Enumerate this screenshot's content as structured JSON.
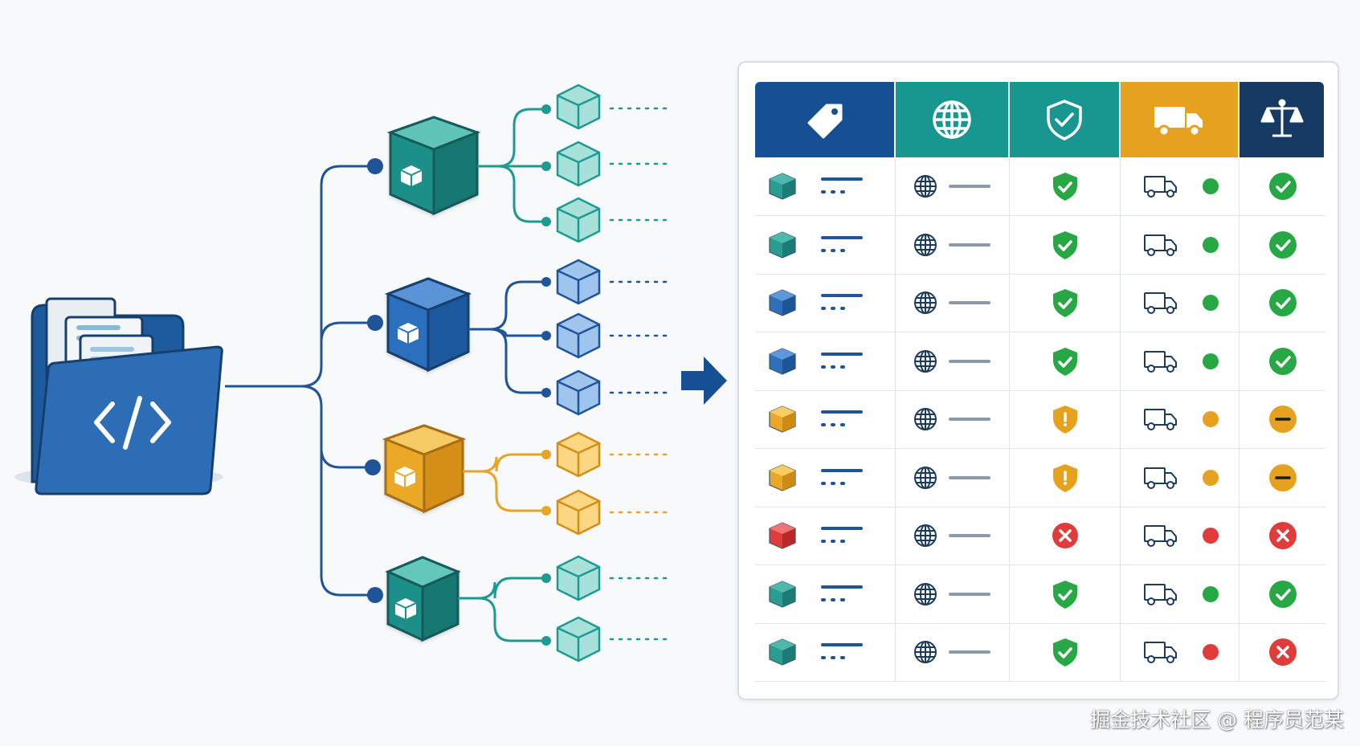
{
  "colors": {
    "navy": "#174f94",
    "teal": "#17978f",
    "amber": "#e6a21e",
    "dark": "#163a63",
    "blue": "#2f6fba",
    "green": "#28a745",
    "red": "#e03c3c",
    "line_teal": "#1d9a91",
    "line_amber": "#e7a524",
    "line_navy": "#1f5598"
  },
  "table": {
    "columns": [
      {
        "icon": "tag-icon",
        "color": "#174f94"
      },
      {
        "icon": "globe-icon",
        "color": "#17978f"
      },
      {
        "icon": "shield-check-icon",
        "color": "#17978f"
      },
      {
        "icon": "truck-icon",
        "color": "#e6a21e"
      },
      {
        "icon": "scale-icon",
        "color": "#163a63"
      }
    ],
    "rows": [
      {
        "cube": "teal",
        "shield": "ok",
        "dot": "green",
        "result": "ok"
      },
      {
        "cube": "teal",
        "shield": "ok",
        "dot": "green",
        "result": "ok"
      },
      {
        "cube": "blue",
        "shield": "ok",
        "dot": "green",
        "result": "ok"
      },
      {
        "cube": "blue",
        "shield": "ok",
        "dot": "green",
        "result": "ok"
      },
      {
        "cube": "amber",
        "shield": "warn",
        "dot": "amber",
        "result": "warn"
      },
      {
        "cube": "amber",
        "shield": "warn",
        "dot": "amber",
        "result": "warn"
      },
      {
        "cube": "red",
        "shield": "error",
        "dot": "red",
        "result": "error"
      },
      {
        "cube": "teal",
        "shield": "ok",
        "dot": "green",
        "result": "ok"
      },
      {
        "cube": "teal",
        "shield": "ok",
        "dot": "red",
        "result": "error"
      }
    ]
  },
  "tree": {
    "root_icon": "code-folder-icon",
    "modules": [
      {
        "color": "teal",
        "children": 3
      },
      {
        "color": "blue",
        "children": 3
      },
      {
        "color": "amber",
        "children": 2
      },
      {
        "color": "teal",
        "children": 2
      }
    ]
  },
  "watermark": "掘金技术社区 @ 程序员范某"
}
